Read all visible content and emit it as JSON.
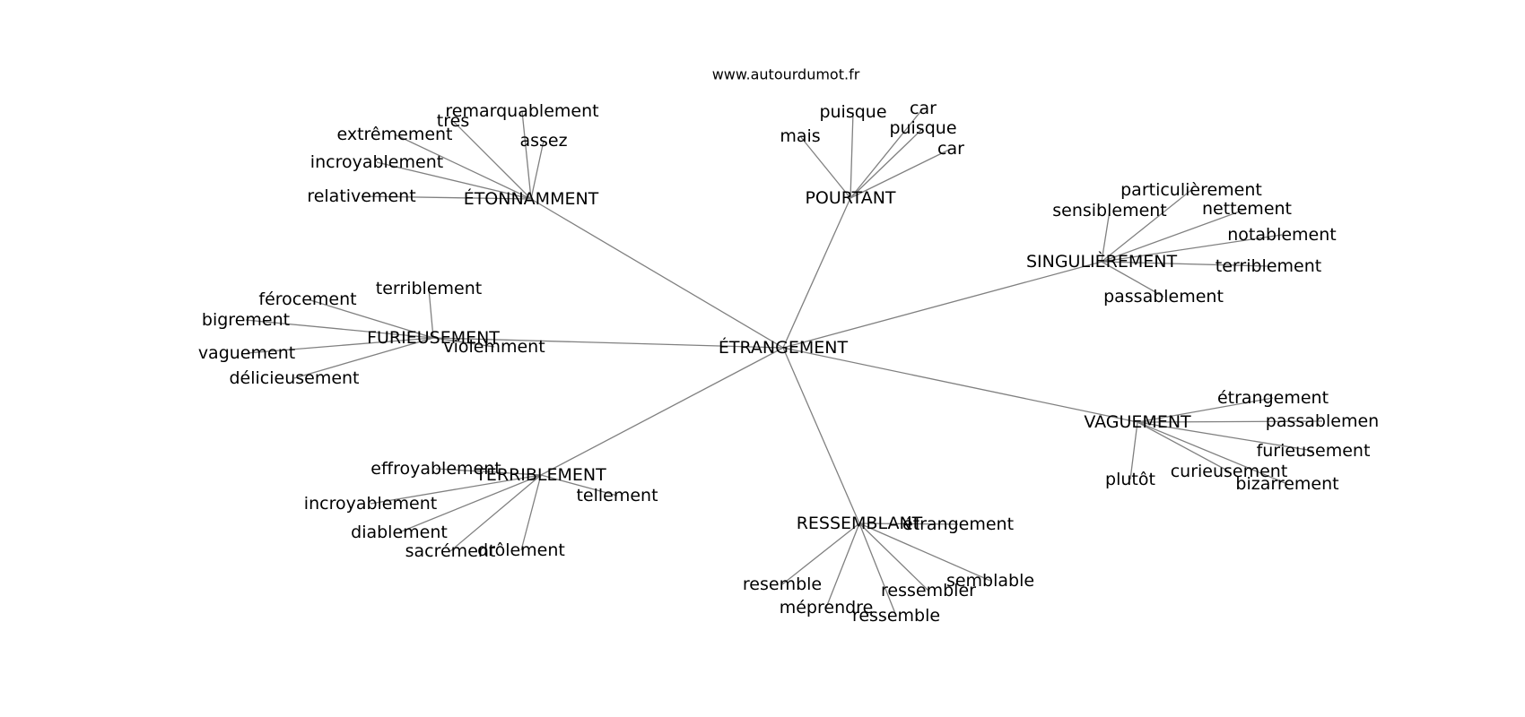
{
  "site": "www.autourdumot.fr",
  "graph": {
    "center": {
      "word": "ÉTRANGEMENT"
    },
    "clusters": [
      {
        "word": "ÉTONNAMMENT",
        "neighbors": [
          "remarquablement",
          "très",
          "assez",
          "extrêmement",
          "incroyablement",
          "relativement"
        ]
      },
      {
        "word": "POURTANT",
        "neighbors": [
          "puisque",
          "car",
          "mais",
          "puisque",
          "car"
        ]
      },
      {
        "word": "SINGULIÈREMENT",
        "neighbors": [
          "particulièrement",
          "sensiblement",
          "nettement",
          "notablement",
          "terriblement",
          "passablement"
        ]
      },
      {
        "word": "FURIEUSEMENT",
        "neighbors": [
          "terriblement",
          "férocement",
          "bigrement",
          "violemment",
          "vaguement",
          "délicieusement"
        ]
      },
      {
        "word": "VAGUEMENT",
        "neighbors": [
          "étrangement",
          "passablemen",
          "furieusement",
          "plutôt",
          "curieusement",
          "bizarrement"
        ]
      },
      {
        "word": "TERRIBLEMENT",
        "neighbors": [
          "effroyablement",
          "tellement",
          "incroyablement",
          "diablement",
          "sacrément",
          "drôlement"
        ]
      },
      {
        "word": "RESSEMBLANT",
        "neighbors": [
          "étrangement",
          "resemble",
          "semblable",
          "ressembler",
          "méprendre",
          "ressemble"
        ]
      }
    ]
  }
}
